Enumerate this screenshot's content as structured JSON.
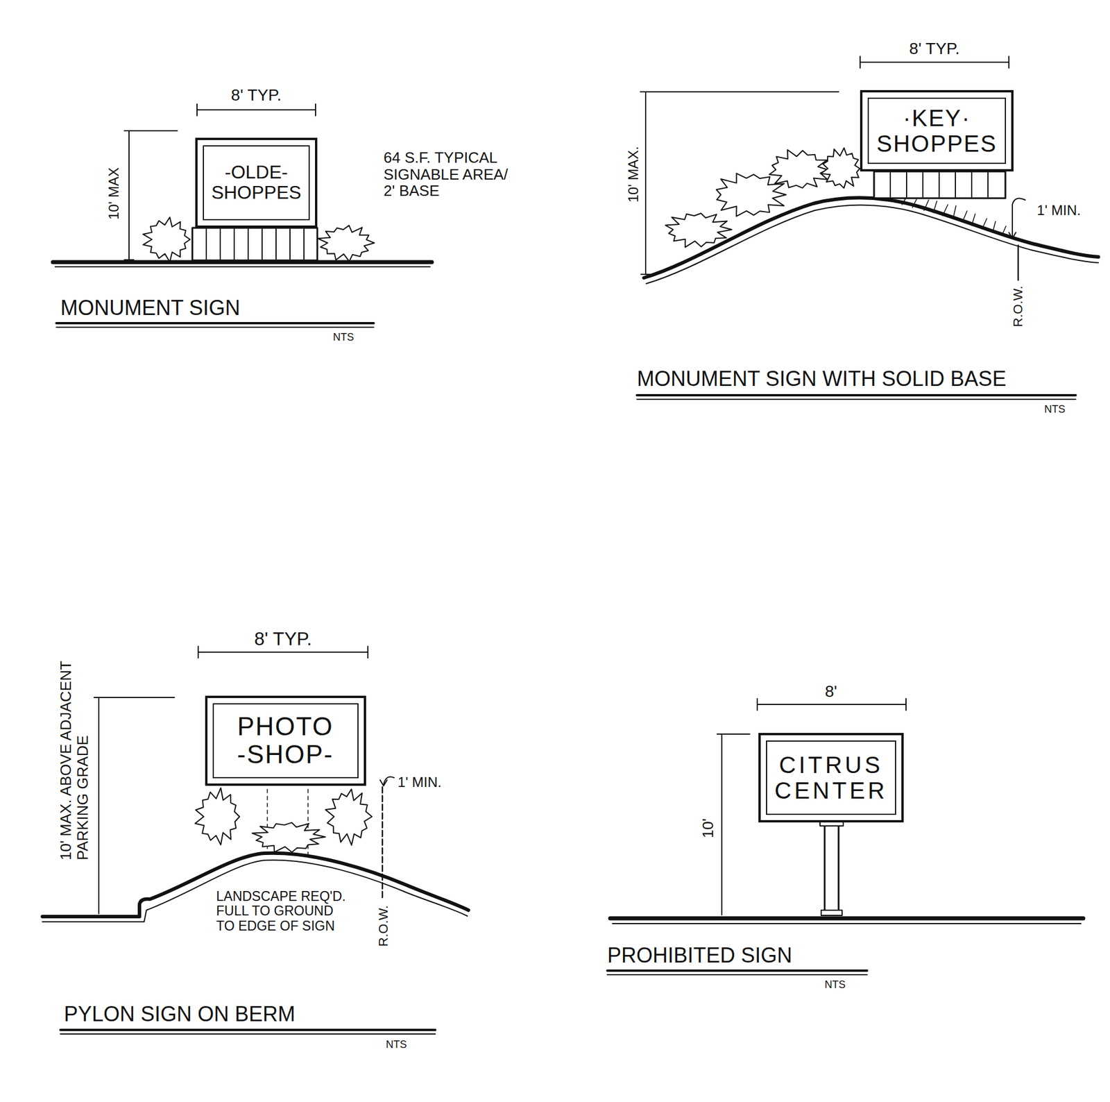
{
  "diagram": {
    "nodes": [
      {
        "text": [
          "-OLDE- SHOPPES"
        ]
      },
      {
        "text": [
          "·KEY· SHOPPES"
        ]
      },
      {
        "text": [
          "PHOTO -SHOP-"
        ]
      },
      {
        "text": [
          "CITRUS CENTER"
        ]
      }
    ],
    "labels": [
      "8' TYP.",
      "10' MAX",
      "64 S.F. TYPICAL SIGNABLE AREA/ 2' BASE",
      "MONUMENT SIGN",
      "NTS",
      "8' TYP.",
      "10' MAX.",
      "1' MIN.",
      "R.O.W.",
      "MONUMENT SIGN WITH SOLID BASE",
      "NTS",
      "8' TYP.",
      "10' MAX. ABOVE ADJACENT PARKING GRADE",
      "1' MIN.",
      "LANDSCAPE REQ'D. FULL TO GROUND TO EDGE OF SIGN",
      "R.O.W.",
      "PYLON SIGN ON BERM",
      "NTS",
      "8'",
      "10'",
      "PROHIBITED SIGN",
      "NTS"
    ]
  }
}
